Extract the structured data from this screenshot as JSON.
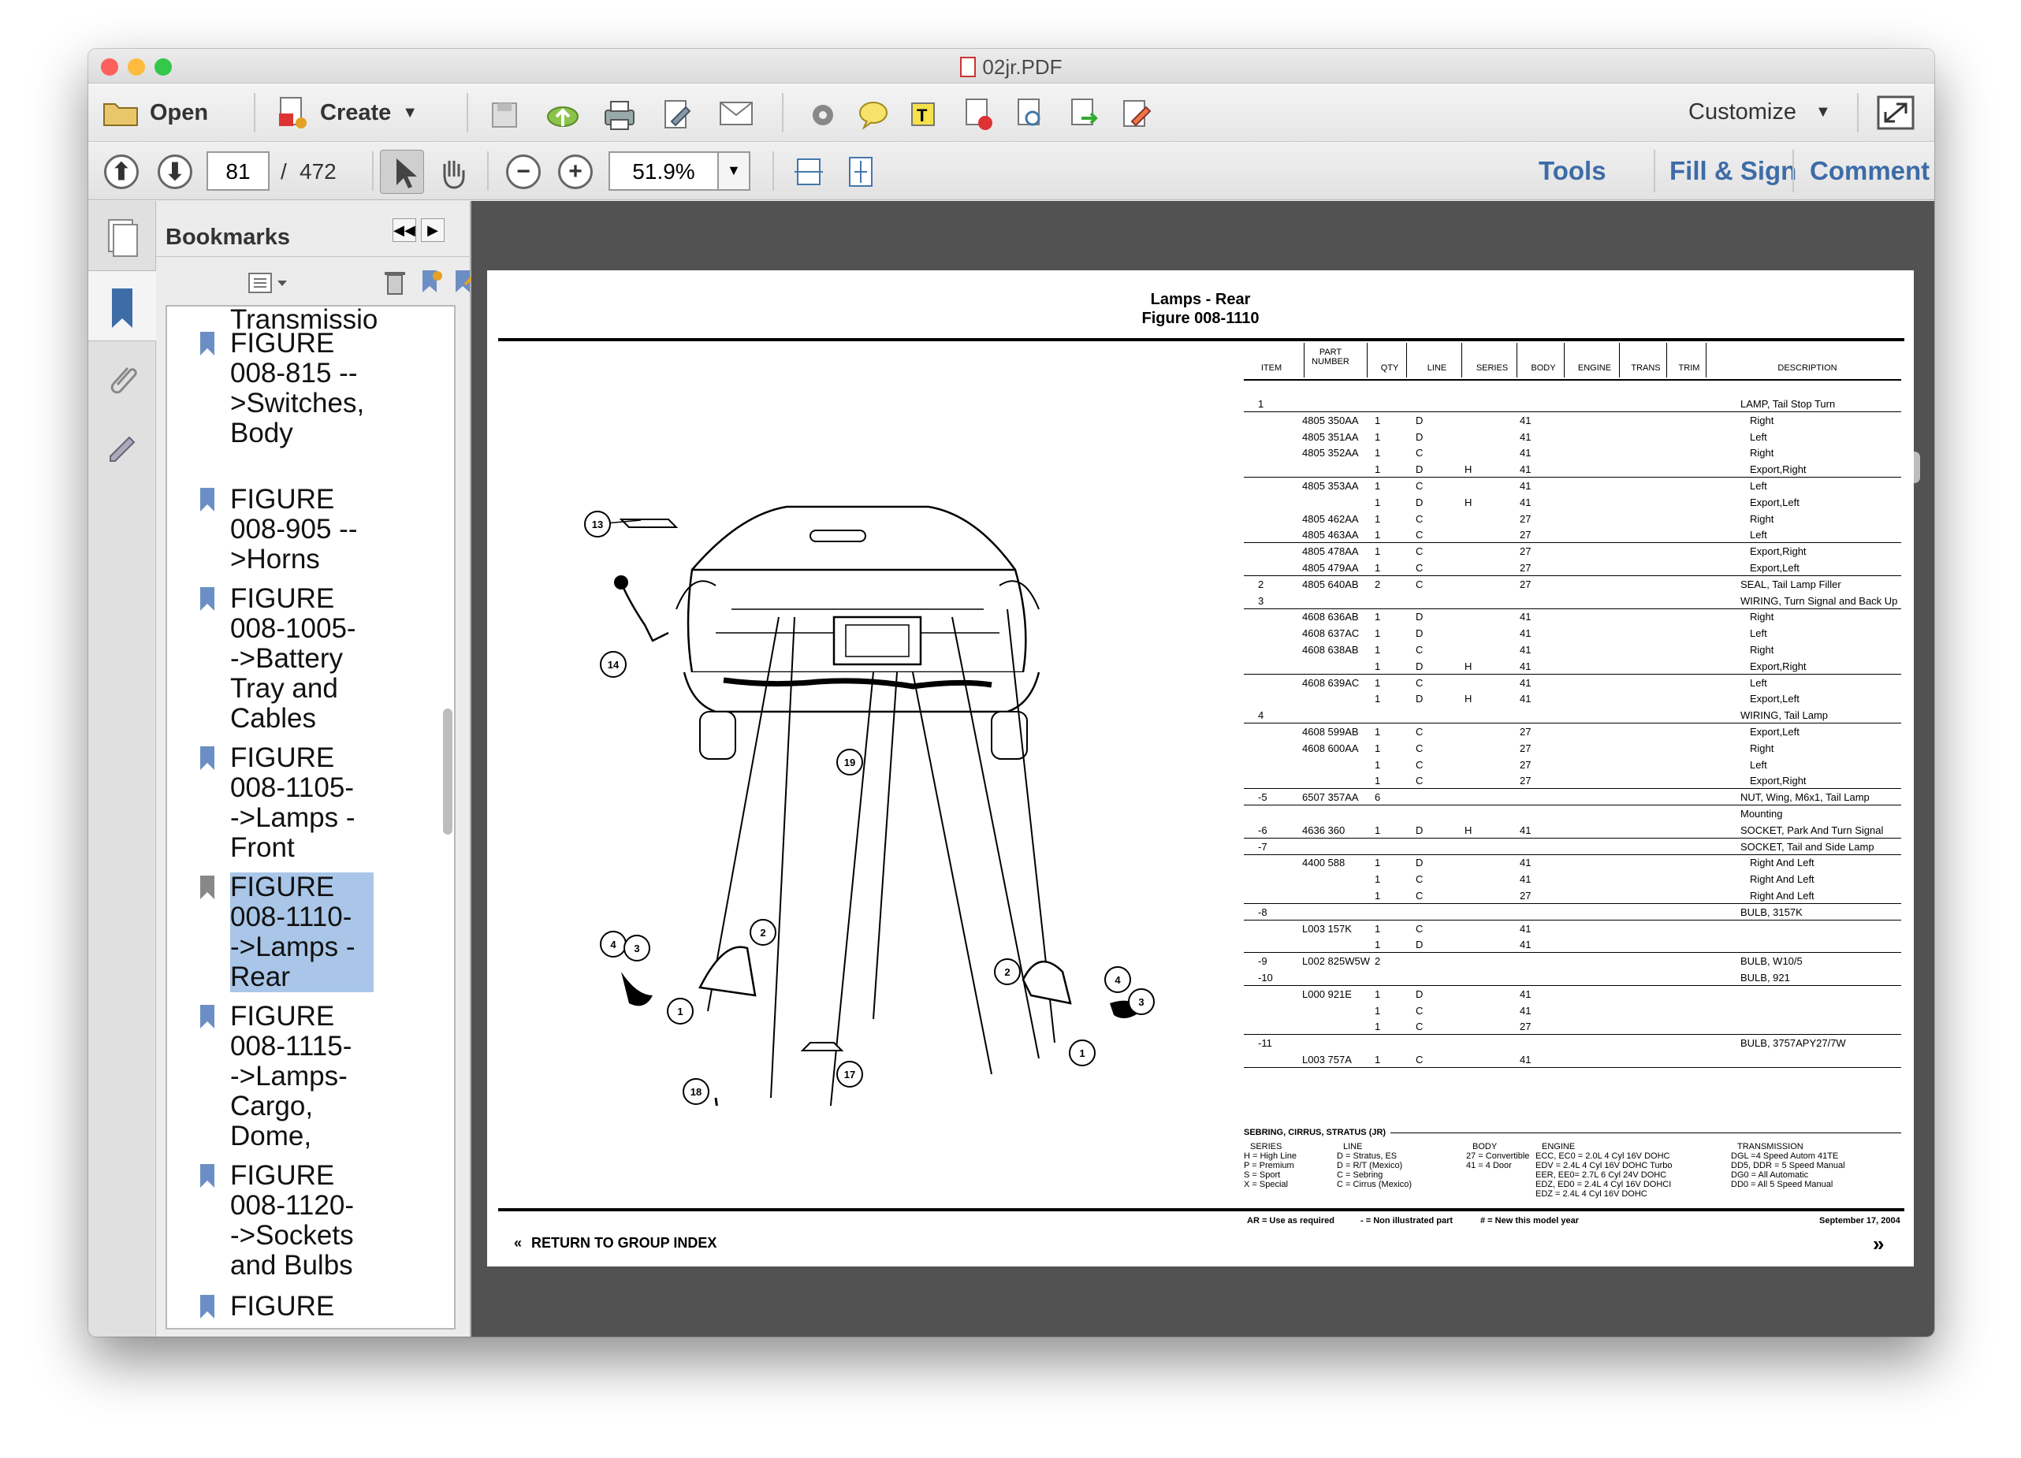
{
  "window": {
    "title": "02jr.PDF"
  },
  "toolbar": {
    "open_label": "Open",
    "create_label": "Create",
    "customize_label": "Customize"
  },
  "nav": {
    "current_page": "81",
    "page_sep": "/",
    "total_pages": "472",
    "zoom": "51.9%"
  },
  "right_links": {
    "tools": "Tools",
    "fill_sign": "Fill & Sign",
    "comment": "Comment"
  },
  "bookmarks": {
    "title": "Bookmarks",
    "items": [
      {
        "label": "Transmissio"
      },
      {
        "label": "FIGURE\n008-815 --\n>Switches,\nBody"
      },
      {
        "label": "FIGURE\n008-905 --\n>Horns"
      },
      {
        "label": "FIGURE\n008-1005-\n->Battery\nTray and\nCables"
      },
      {
        "label": "FIGURE\n008-1105-\n->Lamps -\nFront"
      },
      {
        "label": "FIGURE\n008-1110-\n->Lamps -\nRear"
      },
      {
        "label": "FIGURE\n008-1115-\n->Lamps-\nCargo,\nDome,"
      },
      {
        "label": "FIGURE\n008-1120-\n->Sockets\nand Bulbs"
      },
      {
        "label": "FIGURE"
      }
    ]
  },
  "doc": {
    "title": "Lamps - Rear",
    "figure": "Figure 008-1110",
    "columns": [
      "ITEM",
      "PART NUMBER",
      "QTY",
      "LINE",
      "SERIES",
      "BODY",
      "ENGINE",
      "TRANS",
      "TRIM",
      "DESCRIPTION"
    ],
    "rows": [
      [
        "1",
        "",
        "",
        "",
        "",
        "",
        "LAMP, Tail Stop Turn"
      ],
      [
        "",
        "4805 350AA",
        "1",
        "D",
        "",
        "41",
        "Right"
      ],
      [
        "",
        "4805 351AA",
        "1",
        "D",
        "",
        "41",
        "Left"
      ],
      [
        "",
        "4805 352AA",
        "1",
        "C",
        "",
        "41",
        "Right"
      ],
      [
        "",
        "",
        "1",
        "D",
        "H",
        "41",
        "Export,Right"
      ],
      [
        "",
        "4805 353AA",
        "1",
        "C",
        "",
        "41",
        "Left"
      ],
      [
        "",
        "",
        "1",
        "D",
        "H",
        "41",
        "Export,Left"
      ],
      [
        "",
        "4805 462AA",
        "1",
        "C",
        "",
        "27",
        "Right"
      ],
      [
        "",
        "4805 463AA",
        "1",
        "C",
        "",
        "27",
        "Left"
      ],
      [
        "",
        "4805 478AA",
        "1",
        "C",
        "",
        "27",
        "Export,Right"
      ],
      [
        "",
        "4805 479AA",
        "1",
        "C",
        "",
        "27",
        "Export,Left"
      ],
      [
        "2",
        "4805 640AB",
        "2",
        "C",
        "",
        "27",
        "SEAL, Tail Lamp Filler"
      ],
      [
        "3",
        "",
        "",
        "",
        "",
        "",
        "WIRING, Turn Signal and Back Up"
      ],
      [
        "",
        "4608 636AB",
        "1",
        "D",
        "",
        "41",
        "Right"
      ],
      [
        "",
        "4608 637AC",
        "1",
        "D",
        "",
        "41",
        "Left"
      ],
      [
        "",
        "4608 638AB",
        "1",
        "C",
        "",
        "41",
        "Right"
      ],
      [
        "",
        "",
        "1",
        "D",
        "H",
        "41",
        "Export,Right"
      ],
      [
        "",
        "4608 639AC",
        "1",
        "C",
        "",
        "41",
        "Left"
      ],
      [
        "",
        "",
        "1",
        "D",
        "H",
        "41",
        "Export,Left"
      ],
      [
        "4",
        "",
        "",
        "",
        "",
        "",
        "WIRING, Tail Lamp"
      ],
      [
        "",
        "4608 599AB",
        "1",
        "C",
        "",
        "27",
        "Export,Left"
      ],
      [
        "",
        "4608 600AA",
        "1",
        "C",
        "",
        "27",
        "Right"
      ],
      [
        "",
        "",
        "1",
        "C",
        "",
        "27",
        "Left"
      ],
      [
        "",
        "",
        "1",
        "C",
        "",
        "27",
        "Export,Right"
      ],
      [
        "-5",
        "6507 357AA",
        "6",
        "",
        "",
        "",
        "NUT, Wing, M6x1, Tail Lamp"
      ],
      [
        "",
        "",
        "",
        "",
        "",
        "",
        "Mounting"
      ],
      [
        "-6",
        "4636 360",
        "1",
        "D",
        "H",
        "41",
        "SOCKET, Park And Turn Signal"
      ],
      [
        "-7",
        "",
        "",
        "",
        "",
        "",
        "SOCKET, Tail and Side Lamp"
      ],
      [
        "",
        "4400 588",
        "1",
        "D",
        "",
        "41",
        "Right And Left"
      ],
      [
        "",
        "",
        "1",
        "C",
        "",
        "41",
        "Right And Left"
      ],
      [
        "",
        "",
        "1",
        "C",
        "",
        "27",
        "Right And Left"
      ],
      [
        "-8",
        "",
        "",
        "",
        "",
        "",
        "BULB, 3157K"
      ],
      [
        "",
        "L003 157K",
        "1",
        "C",
        "",
        "41",
        ""
      ],
      [
        "",
        "",
        "1",
        "D",
        "",
        "41",
        ""
      ],
      [
        "-9",
        "L002 825W5W",
        "2",
        "",
        "",
        "",
        "BULB, W10/5"
      ],
      [
        "-10",
        "",
        "",
        "",
        "",
        "",
        "BULB, 921"
      ],
      [
        "",
        "L000 921E",
        "1",
        "D",
        "",
        "41",
        ""
      ],
      [
        "",
        "",
        "1",
        "C",
        "",
        "41",
        ""
      ],
      [
        "",
        "",
        "1",
        "C",
        "",
        "27",
        ""
      ],
      [
        "-11",
        "",
        "",
        "",
        "",
        "",
        "BULB, 3757APY27/7W"
      ],
      [
        "",
        "L003 757A",
        "1",
        "C",
        "",
        "41",
        ""
      ]
    ],
    "legend": {
      "heading": "SEBRING, CIRRUS, STRATUS (JR)",
      "series": [
        "SERIES",
        "H = High Line",
        "P = Premium",
        "S = Sport",
        "X = Special"
      ],
      "line": [
        "LINE",
        "D = Stratus, ES",
        "D = R/T (Mexico)",
        "C = Sebring",
        "C = Cirrus (Mexico)"
      ],
      "body": [
        "BODY",
        "27 = Convertible",
        "41 = 4 Door"
      ],
      "engine": [
        "ENGINE",
        "ECC, EC0 = 2.0L 4 Cyl 16V DOHC",
        "EDV = 2.4L 4 Cyl 16V DOHC Turbo",
        "EER, EE0= 2.7L 6 Cyl 24V DOHC",
        "EDZ, ED0 = 2.4L 4 Cyl 16V DOHCI",
        "EDZ = 2.4L 4 Cyl 16V DOHC"
      ],
      "trans": [
        "TRANSMISSION",
        "DGL =4 Speed Autom 41TE",
        "DD5, DDR = 5 Speed Manual",
        "DG0 = All Automatic",
        "DD0 = All 5 Speed Manual"
      ]
    },
    "footnote": {
      "ar": "AR = Use as required",
      "dash": "- = Non illustrated part",
      "hash": "# = New this model year",
      "date": "September 17, 2004"
    },
    "return_label": "RETURN TO GROUP INDEX",
    "callouts": [
      "13",
      "14",
      "19",
      "2",
      "4",
      "3",
      "1",
      "2",
      "4",
      "3",
      "1",
      "17",
      "18"
    ]
  }
}
